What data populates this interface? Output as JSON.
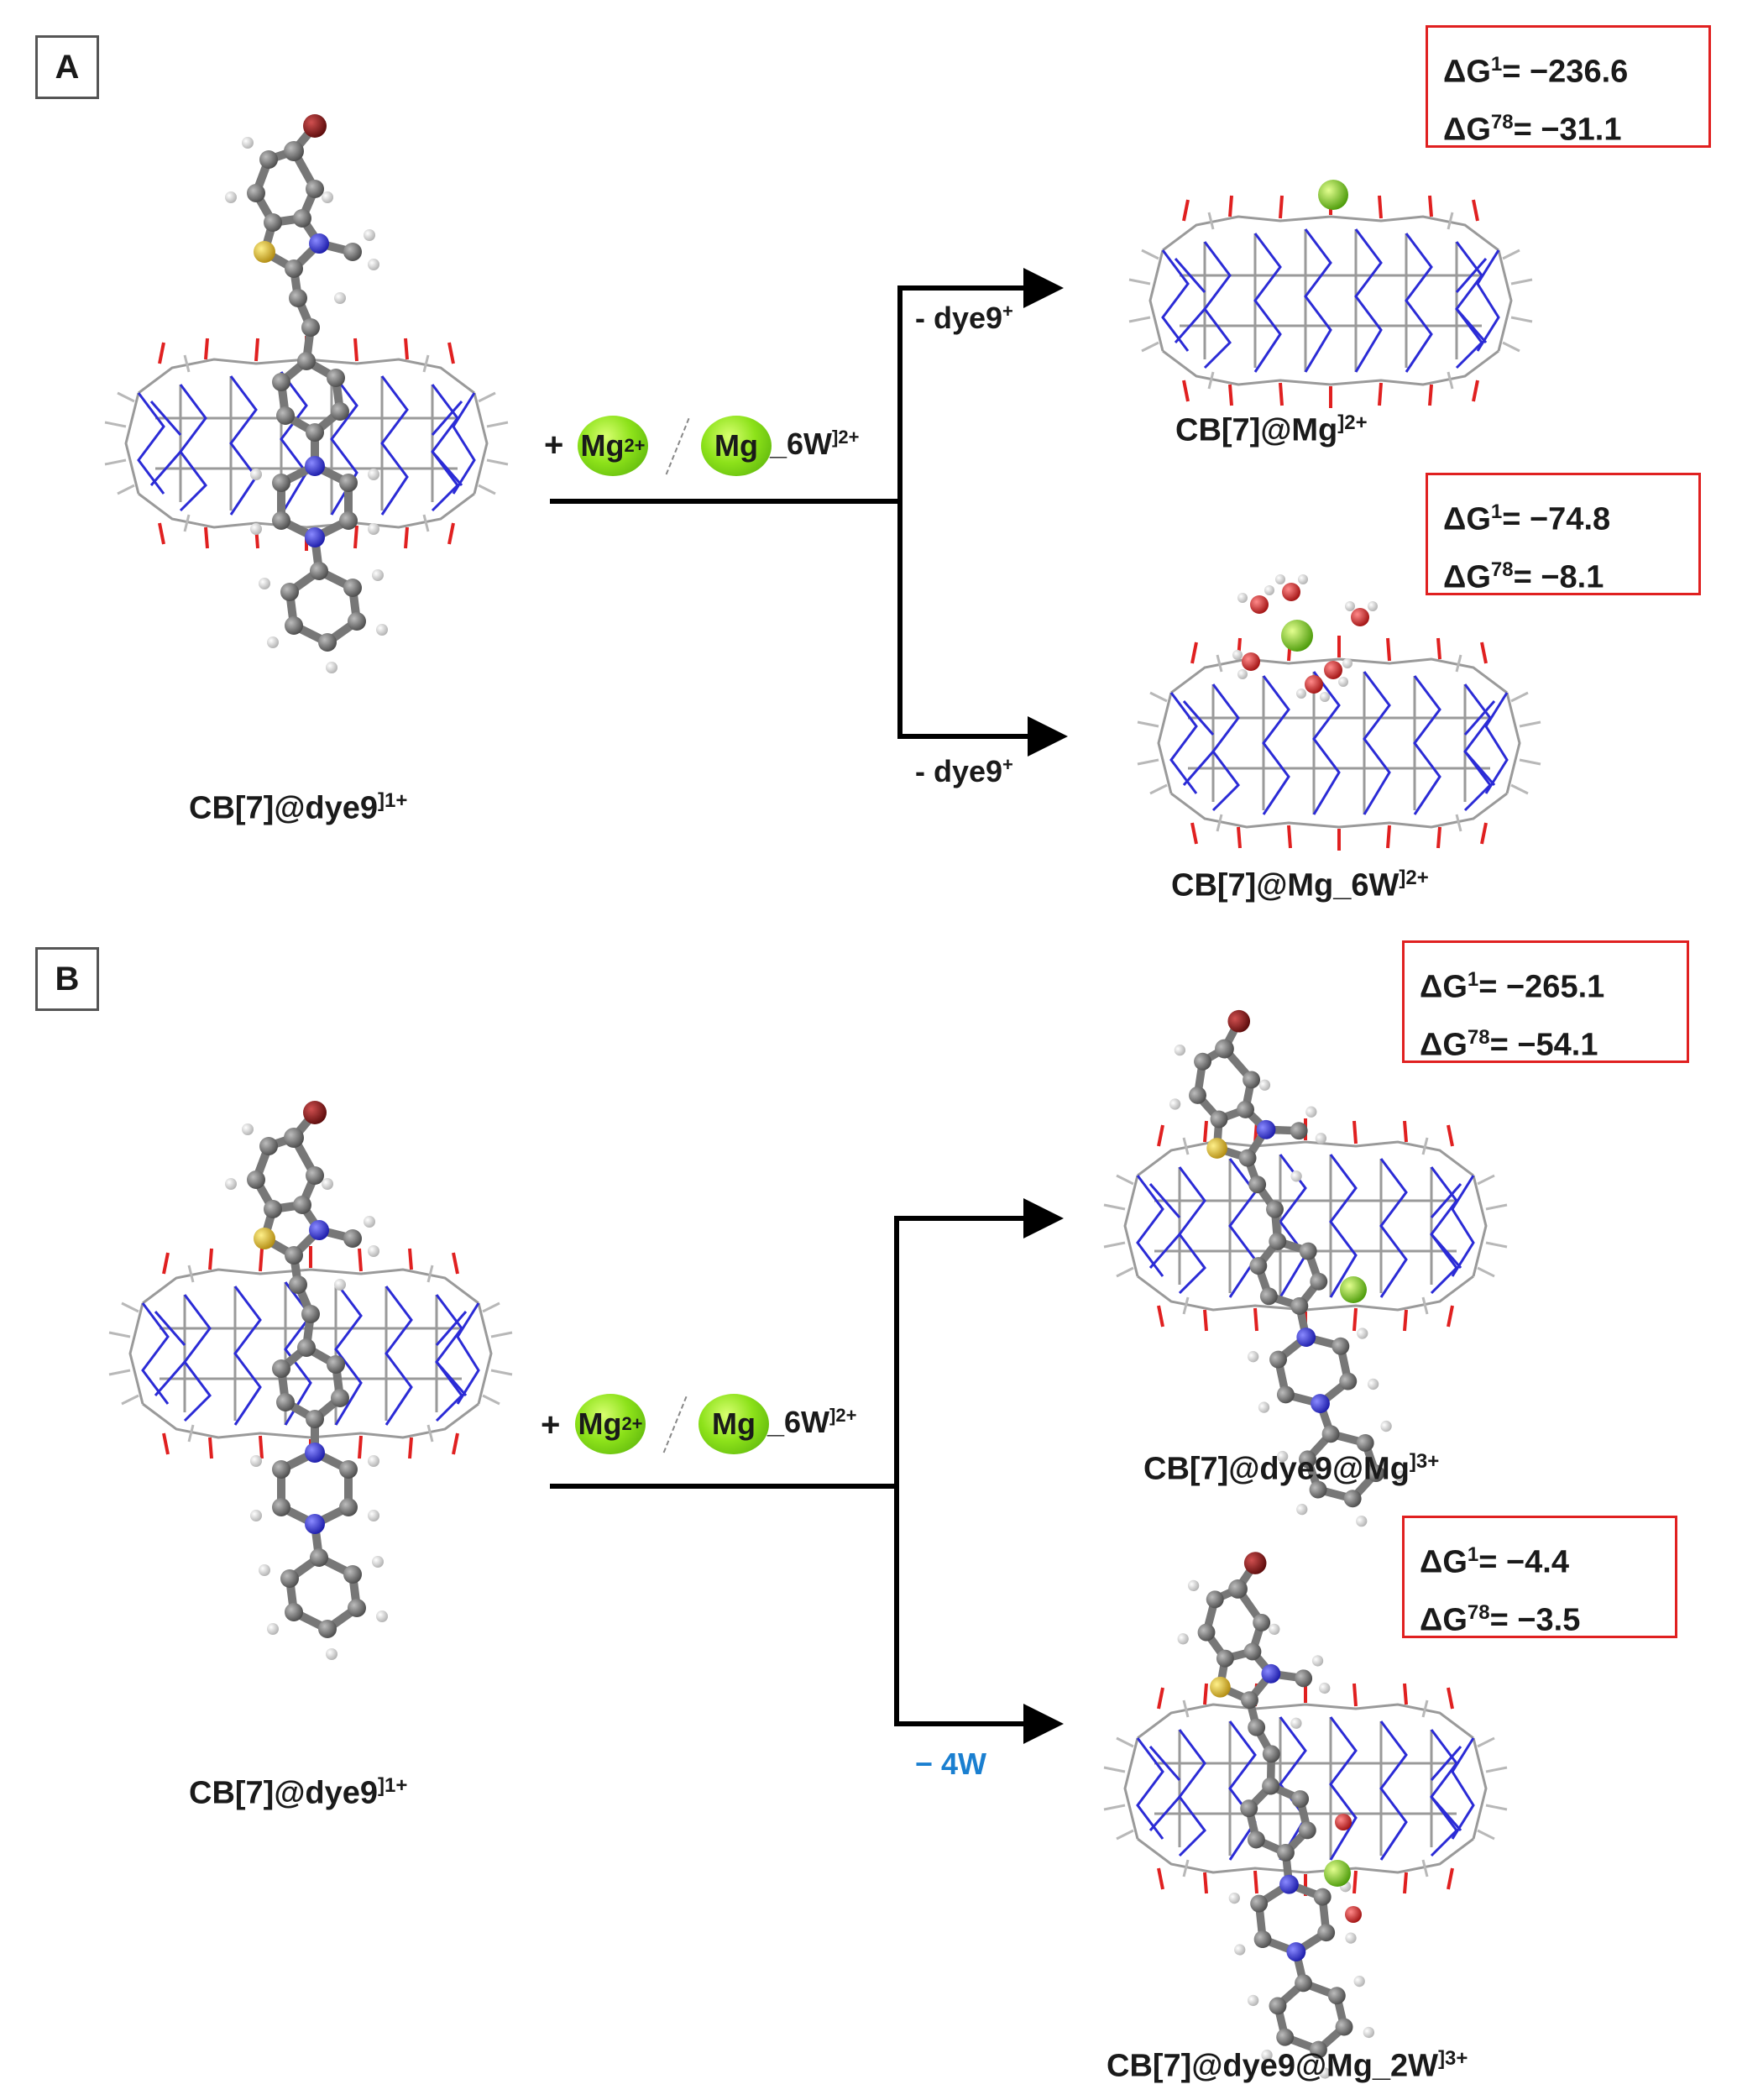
{
  "panel_a": {
    "tag": "A",
    "reactant_label": "CB[7]@dye9",
    "reactant_charge": "]1+",
    "plus": "+",
    "mg_symbol": "Mg",
    "mg_charge": "2+",
    "mg6w_tail": "_6W",
    "mg6w_charge": "]2+",
    "step1_label": "- dye9",
    "step1_charge": "+",
    "step2_label": "- dye9",
    "step2_charge": "+",
    "product1_label": "CB[7]@Mg",
    "product1_charge": "]2+",
    "product2_label": "CB[7]@Mg_6W",
    "product2_charge": "]2+",
    "box1_line1": "ΔG",
    "box1_sup1": "1",
    "box1_val1": "= −236.6",
    "box1_line2": "ΔG",
    "box1_sup2": "78",
    "box1_val2": "= −31.1",
    "box2_line1": "ΔG",
    "box2_sup1": "1",
    "box2_val1": "= −74.8",
    "box2_line2": "ΔG",
    "box2_sup2": "78",
    "box2_val2": "= −8.1"
  },
  "panel_b": {
    "tag": "B",
    "reactant_label": "CB[7]@dye9",
    "reactant_charge": "]1+",
    "plus": "+",
    "mg_symbol": "Mg",
    "mg_charge": "2+",
    "mg6w_tail": "_6W",
    "mg6w_charge": "]2+",
    "step2_label": "− 4W",
    "product1_label": "CB[7]@dye9@Mg",
    "product1_charge": "]3+",
    "product2_label": "CB[7]@dye9@Mg_2W",
    "product2_charge": "]3+",
    "box1_line1": "ΔG",
    "box1_sup1": "1",
    "box1_val1": "= −265.1",
    "box1_line2": "ΔG",
    "box1_sup2": "78",
    "box1_val2": "= −54.1",
    "box2_line1": "ΔG",
    "box2_sup1": "1",
    "box2_val1": "= −4.4",
    "box2_line2": "ΔG",
    "box2_sup2": "78",
    "box2_val2": "= −3.5"
  },
  "colors": {
    "carbon": "#6e6e6e",
    "nitrogen": "#2b2bd6",
    "oxygen": "#e02020",
    "sulfur": "#d9b42a",
    "bromine": "#8a1a1a",
    "hydrogen": "#e8e8e8",
    "magnesium": "#7fd617",
    "box_border": "#e02020",
    "step_minus4w": "#1a7fd0"
  }
}
